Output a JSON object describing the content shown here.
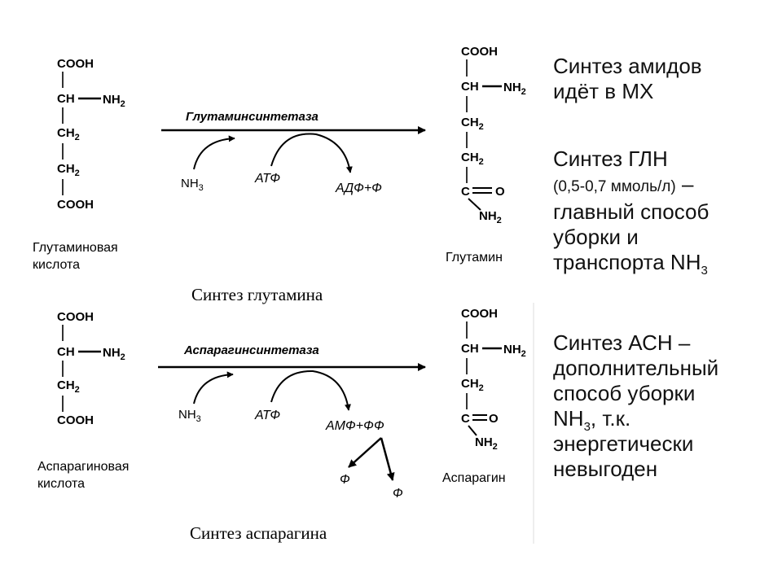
{
  "glutamine_scheme": {
    "substrate": {
      "cooh_top": "COOH",
      "ch": "CH",
      "nh": "NH",
      "nh_sub": "2",
      "ch2_a": "CH",
      "ch2_a_sub": "2",
      "ch2_b": "CH",
      "ch2_b_sub": "2",
      "cooh_bottom": "COOH"
    },
    "substrate_label_line1": "Глутаминовая",
    "substrate_label_line2": "кислота",
    "enzyme": "Глутаминсинтетаза",
    "nh3": "NH",
    "nh3_sub": "3",
    "atp": "АТФ",
    "products": "АДФ+Ф",
    "product": {
      "cooh": "COOH",
      "ch": "CH",
      "nh": "NH",
      "nh_sub": "2",
      "ch2_a": "CH",
      "ch2_a_sub": "2",
      "ch2_b": "CH",
      "ch2_b_sub": "2",
      "c": "C",
      "o": "O",
      "nh2": "NH",
      "nh2_sub": "2"
    },
    "product_label": "Глутамин",
    "caption": "Синтез глутамина"
  },
  "asparagine_scheme": {
    "substrate": {
      "cooh_top": "COOH",
      "ch": "CH",
      "nh": "NH",
      "nh_sub": "2",
      "ch2": "CH",
      "ch2_sub": "2",
      "cooh_bottom": "COOH"
    },
    "substrate_label_line1": "Аспарагиновая",
    "substrate_label_line2": "кислота",
    "enzyme": "Аспарагинсинтетаза",
    "nh3": "NH",
    "nh3_sub": "3",
    "atp": "АТФ",
    "products": "АМФ+ФФ",
    "phosphate_left": "Ф",
    "phosphate_right": "Ф",
    "product": {
      "cooh": "COOH",
      "ch": "CH",
      "nh": "NH",
      "nh_sub": "2",
      "ch2": "CH",
      "ch2_sub": "2",
      "c": "C",
      "o": "O",
      "nh2": "NH",
      "nh2_sub": "2"
    },
    "product_label": "Аспарагин",
    "caption": "Синтез аспарагина"
  },
  "side_text": {
    "p1_line1": "Синтез амидов",
    "p1_line2": "идёт в МХ",
    "p2_line1": "Синтез ГЛН",
    "p2_small": "(0,5-0,7 ммоль/л)",
    "p2_dash": " –",
    "p2_line3": "главный способ",
    "p2_line4": "уборки и",
    "p2_line5": "транспорта NH",
    "p2_line5_sub": "3",
    "p3_line1": "Синтез АСН –",
    "p3_line2": "дополнительный",
    "p3_line3": "способ уборки",
    "p3_line4": "NH",
    "p3_line4_sub": "3",
    "p3_line4_rest": ", т.к.",
    "p3_line5": "энергетически",
    "p3_line6": "невыгоден"
  },
  "colors": {
    "text": "#000000",
    "background": "#ffffff",
    "divider": "#e8e8e8"
  }
}
